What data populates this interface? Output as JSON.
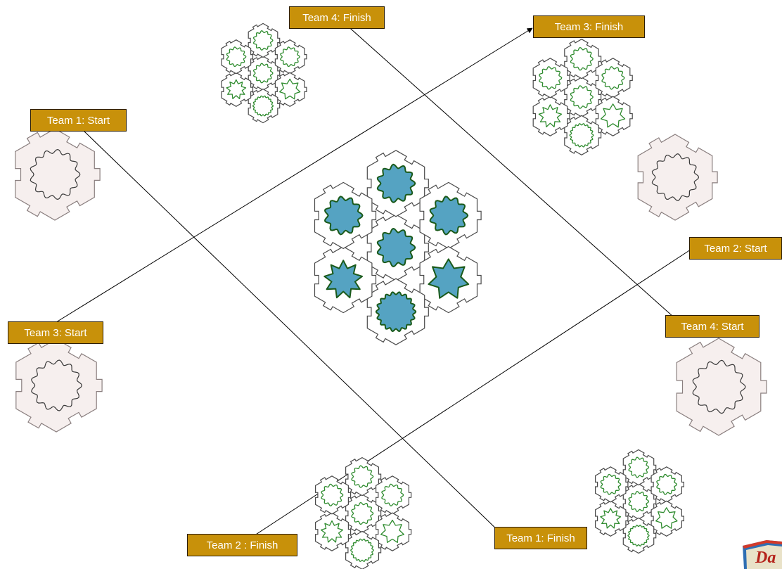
{
  "labels": {
    "team1_start": "Team 1: Start",
    "team1_finish": "Team 1: Finish",
    "team2_start": "Team 2: Start",
    "team2_finish": "Team 2 : Finish",
    "team3_start": "Team 3: Start",
    "team3_finish": "Team 3: Finish",
    "team4_start": "Team 4: Start",
    "team4_finish": "Team 4: Finish"
  },
  "logo_text": "Da",
  "colors": {
    "label_fill": "#c8910a",
    "label_border": "#2a1c00",
    "label_text": "#ffffff",
    "center_gear_fill": "#55a3c2",
    "center_gear_stroke": "#1a5a1a",
    "small_gear_stroke": "#2e8b2e",
    "start_piece_fill": "#f6efee",
    "piece_outline": "#4a4a4a"
  },
  "icons": {
    "arrowhead": "arrow-head-icon",
    "gear": "gear-icon",
    "hexagon_piece": "hexagon-piece-icon"
  }
}
